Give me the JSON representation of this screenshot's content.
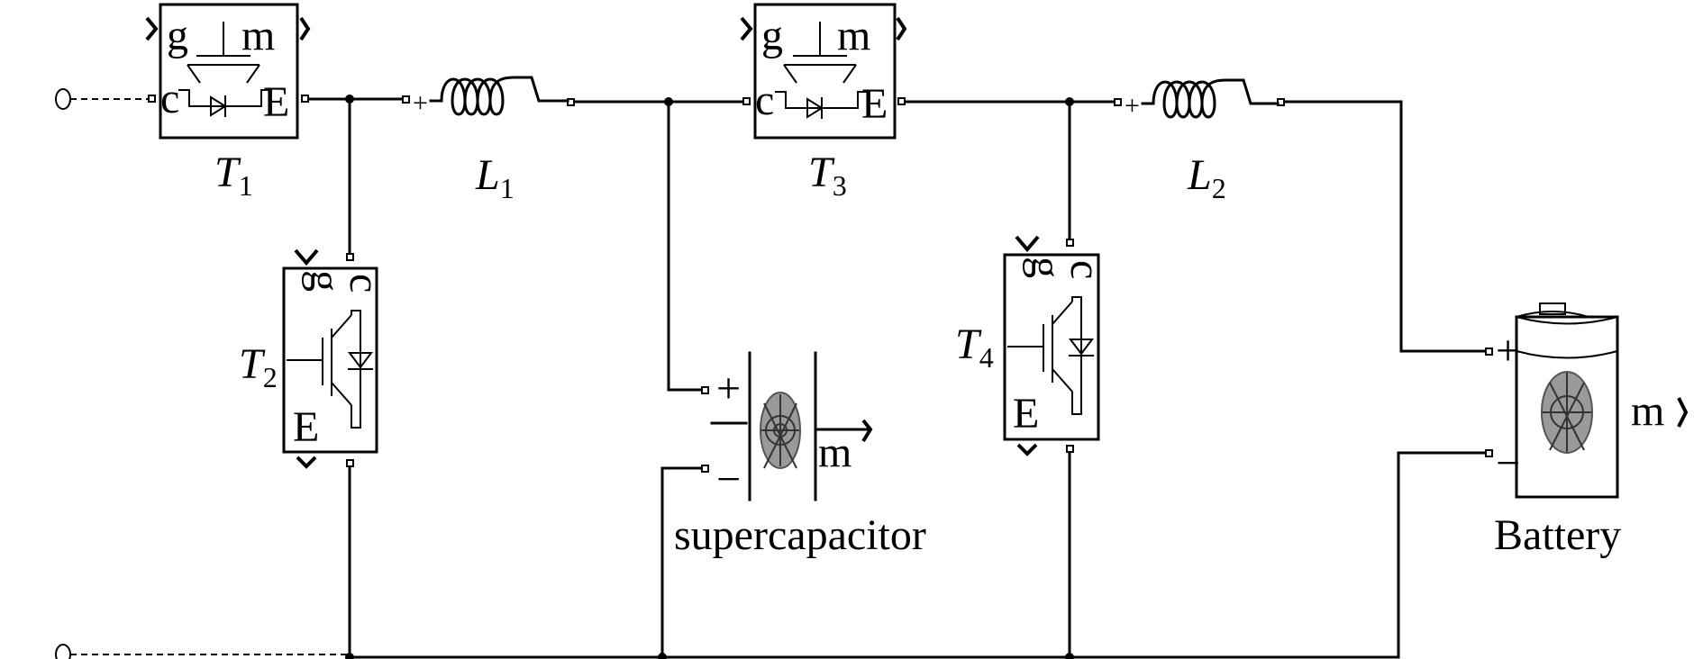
{
  "components": {
    "t1": {
      "letter": "T",
      "sub": "1",
      "ports": {
        "g": "g",
        "m": "m",
        "c": "c",
        "e": "E"
      }
    },
    "t2": {
      "letter": "T",
      "sub": "2",
      "ports": {
        "g": "g",
        "c": "c",
        "e": "E"
      }
    },
    "t3": {
      "letter": "T",
      "sub": "3",
      "ports": {
        "g": "g",
        "m": "m",
        "c": "c",
        "e": "E"
      }
    },
    "t4": {
      "letter": "T",
      "sub": "4",
      "ports": {
        "g": "g",
        "c": "c",
        "e": "E"
      }
    },
    "l1": {
      "letter": "L",
      "sub": "1"
    },
    "l2": {
      "letter": "L",
      "sub": "2"
    },
    "supercapacitor": {
      "label": "supercapacitor",
      "plus": "+",
      "minus": "−",
      "m": "m"
    },
    "battery": {
      "label": "Battery",
      "plus": "+",
      "minus": "−",
      "m": "m"
    }
  },
  "inductor_plus": "+"
}
